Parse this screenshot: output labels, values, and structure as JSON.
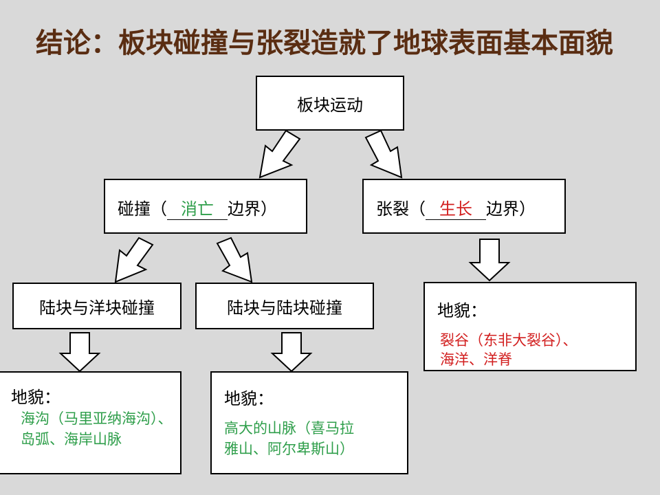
{
  "title": "结论：板块碰撞与张裂造就了地球表面基本面貌",
  "root": {
    "label": "板块运动"
  },
  "collision": {
    "prefix": "碰撞（",
    "fill": "消亡",
    "suffix": "边界）"
  },
  "rift": {
    "prefix": "张裂（",
    "fill": "生长",
    "suffix": "边界）"
  },
  "ocean_continent": {
    "label": "陆块与洋块碰撞"
  },
  "continent_continent": {
    "label": "陆块与陆块碰撞"
  },
  "rift_result": {
    "heading": "地貌：",
    "line1": "裂谷（东非大裂谷）、",
    "line2": "海洋、洋脊"
  },
  "oc_result": {
    "heading": "地貌：",
    "line1": "海沟（马里亚纳海沟）、",
    "line2": "岛弧、海岸山脉"
  },
  "cc_result": {
    "heading": "地貌：",
    "line1": "高大的山脉（喜马拉",
    "line2": "雅山、阿尔卑斯山）"
  },
  "colors": {
    "title": "#5a2d12",
    "background": "#d9d9d9",
    "green_text": "#2e9e4a",
    "red_text": "#d21f1f"
  }
}
